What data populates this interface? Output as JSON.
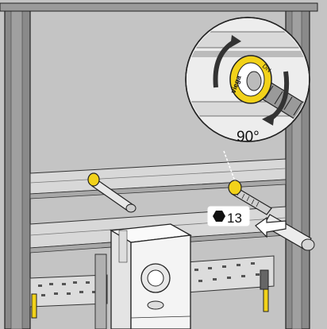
{
  "annotations": {
    "rotation_angle": "90°",
    "wrench_size": "13"
  },
  "badges": {
    "fitting_brand": "viega",
    "fitting_size": "DN"
  },
  "colors": {
    "background": "#bdbdbd",
    "frame": "#7a7a7a",
    "rail": "#d9d9d9",
    "fitting": "#f2d21a",
    "arrow": "#333333"
  },
  "icons": {
    "rotate": "curved-arrow-icon",
    "wrench": "hex-nut-icon",
    "push": "push-arrow-icon"
  }
}
